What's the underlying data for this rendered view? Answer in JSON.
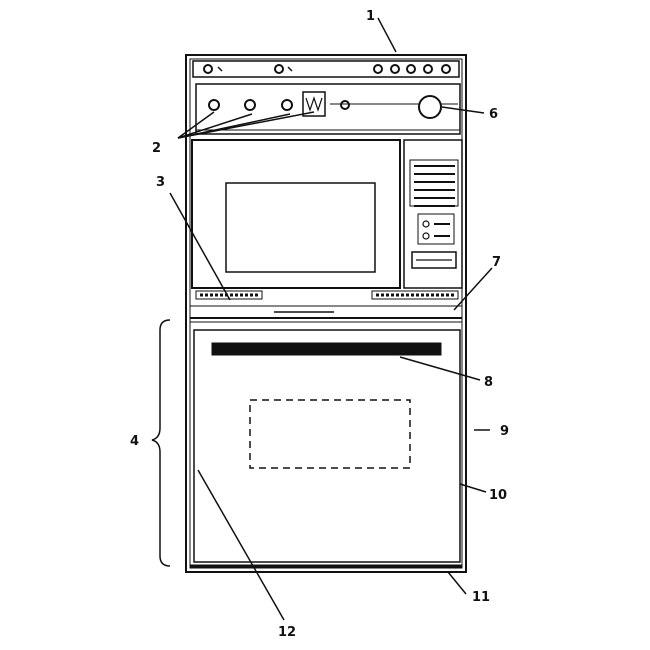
{
  "callouts": {
    "c1": "1",
    "c2": "2",
    "c3": "3",
    "c4": "4",
    "c6": "6",
    "c7": "7",
    "c8": "8",
    "c9": "9",
    "c10": "10",
    "c11": "11",
    "c12": "12"
  },
  "colors": {
    "line": "#111111",
    "background": "#ffffff"
  }
}
